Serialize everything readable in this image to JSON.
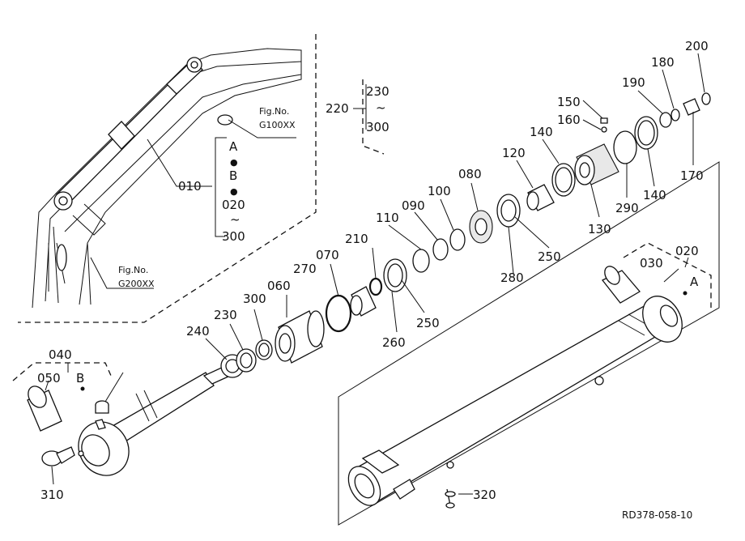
{
  "diagram": {
    "ref_code": "RD378-058-10",
    "fig_top": {
      "line1": "Fig.No.",
      "line2": "G100XX"
    },
    "fig_bottom": {
      "line1": "Fig.No.",
      "line2": "G200XX"
    },
    "assembly_range": {
      "top": "230",
      "tilde": "~",
      "bottom": "300",
      "ref": "220"
    },
    "boom_callout": {
      "ref": "010",
      "a": "A",
      "dot1": "●",
      "b": "B",
      "dot2": "●",
      "from": "020",
      "tilde": "~",
      "to": "300"
    },
    "parts": {
      "p020": "020",
      "p030": "030",
      "p040": "040",
      "p050": "050",
      "p060": "060",
      "p070": "070",
      "p080": "080",
      "p090": "090",
      "p100": "100",
      "p110": "110",
      "p120": "120",
      "p130": "130",
      "p140a": "140",
      "p140b": "140",
      "p150": "150",
      "p160": "160",
      "p170": "170",
      "p180": "180",
      "p190": "190",
      "p200": "200",
      "p210": "210",
      "p230": "230",
      "p240": "240",
      "p250a": "250",
      "p250b": "250",
      "p260": "260",
      "p270": "270",
      "p280": "280",
      "p290": "290",
      "p300": "300",
      "p310": "310",
      "p320": "320"
    },
    "markers": {
      "a_cyl": "A",
      "b_rod": "B"
    }
  }
}
